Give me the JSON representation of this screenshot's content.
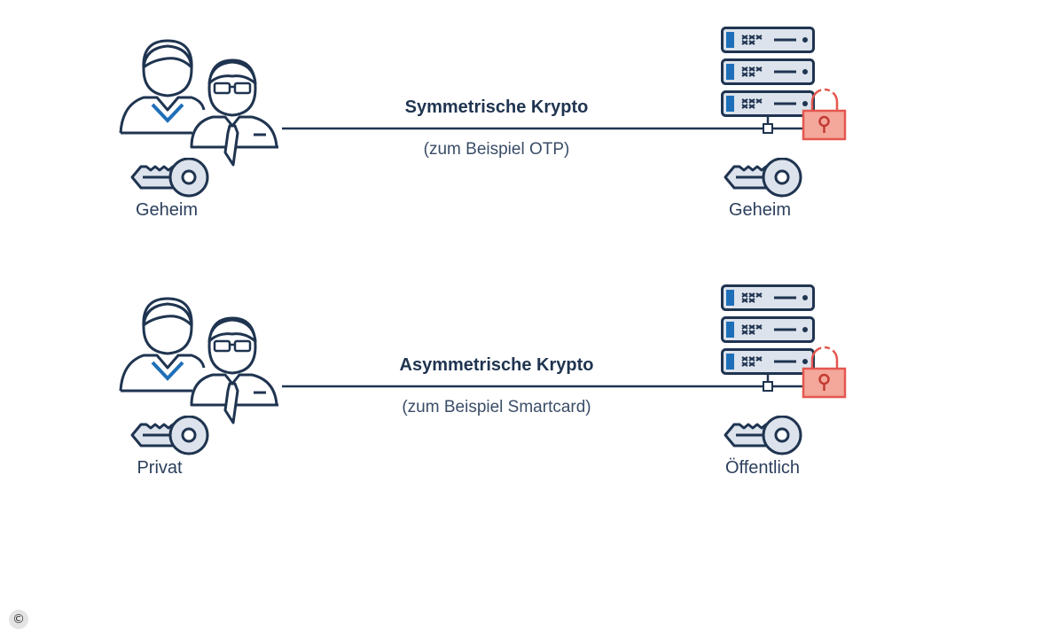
{
  "diagram": {
    "rows": [
      {
        "title": "Symmetrische Krypto",
        "subtitle": "(zum Beispiel OTP)",
        "client_key_label": "Geheim",
        "server_key_label": "Geheim"
      },
      {
        "title": "Asymmetrische Krypto",
        "subtitle": "(zum Beispiel Smartcard)",
        "client_key_label": "Privat",
        "server_key_label": "Öffentlich"
      }
    ],
    "colors": {
      "outline": "#1f3450",
      "accent_blue": "#1f6fb8",
      "lock_red": "#e4574f",
      "lock_fill": "#f4a79b",
      "light_fill": "#dde3ec"
    },
    "icons": [
      "users-icon",
      "key-icon",
      "server-rack-icon",
      "padlock-icon",
      "copyright-icon"
    ]
  },
  "footer": {
    "copyright_symbol": "©"
  }
}
